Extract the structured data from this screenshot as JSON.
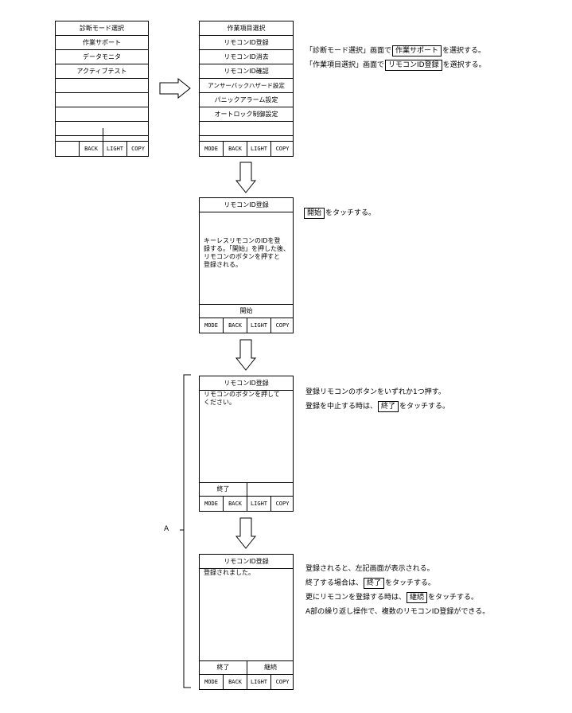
{
  "screen1": {
    "title": "診断モード選択",
    "items": [
      "作業サポート",
      "データモニタ",
      "アクティブテスト"
    ],
    "footer": [
      "",
      "BACK",
      "LIGHT",
      "COPY"
    ]
  },
  "screen2": {
    "title": "作業項目選択",
    "items": [
      "リモコンID登録",
      "リモコンID消去",
      "リモコンID確認",
      "アンサーバックハザード設定",
      "パニックアラーム設定",
      "オートロック制御設定"
    ],
    "footer": [
      "MODE",
      "BACK",
      "LIGHT",
      "COPY"
    ]
  },
  "screen3": {
    "title": "リモコンID登録",
    "body": [
      "キーレスリモコンのIDを登",
      "録する。「開始」を押した後、",
      "リモコンのボタンを押すと",
      "登録される。"
    ],
    "button": "開始",
    "footer": [
      "MODE",
      "BACK",
      "LIGHT",
      "COPY"
    ]
  },
  "screen4": {
    "title": "リモコンID登録",
    "body": [
      "リモコンのボタンを押して",
      "ください。"
    ],
    "button_left": "終了",
    "footer": [
      "MODE",
      "BACK",
      "LIGHT",
      "COPY"
    ]
  },
  "screen5": {
    "title": "リモコンID登録",
    "body": [
      "登録されました。"
    ],
    "button_left": "終了",
    "button_right": "継続",
    "footer": [
      "MODE",
      "BACK",
      "LIGHT",
      "COPY"
    ]
  },
  "instructions": {
    "step1_line1": {
      "pre": "「診断モード選択」画面で",
      "key": "作業サポート",
      "post": "を選択する。"
    },
    "step1_line2": {
      "pre": "「作業項目選択」画面で",
      "key": "リモコンID登録",
      "post": "を選択する。"
    },
    "step2": {
      "key": "開始",
      "post": "をタッチする。"
    },
    "step3_line1": "登録リモコンのボタンをいずれか1つ押す。",
    "step3_line2": {
      "pre": "登録を中止する時は、",
      "key": "終了",
      "post": "をタッチする。"
    },
    "step4_line1": "登録されると、左記画面が表示される。",
    "step4_line2": {
      "pre": "終了する場合は、",
      "key": "終了",
      "post": "をタッチする。"
    },
    "step4_line3": {
      "pre": "更にリモコンを登録する時は、",
      "key": "継続",
      "post": "をタッチする。"
    },
    "step4_line4": "A部の繰り返し操作で、複数のリモコンID登録ができる。"
  },
  "bracket_label": "A"
}
